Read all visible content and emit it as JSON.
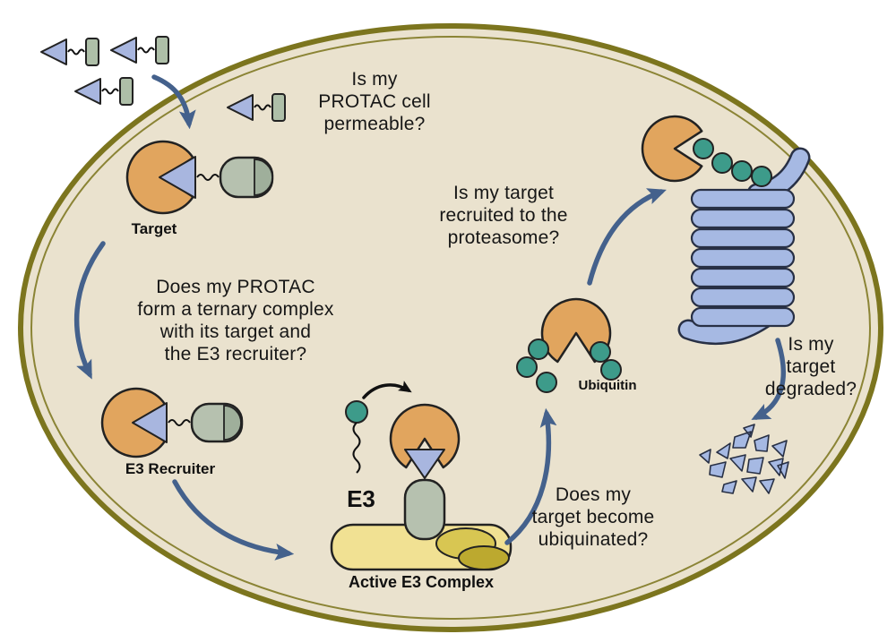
{
  "questions": {
    "permeable": "Is my\nPROTAC cell\npermeable?",
    "ternary": "Does my PROTAC\nform a ternary complex\nwith its target and\nthe E3 recruiter?",
    "recruited": "Is my target\nrecruited to the\nproteasome?",
    "ubiquitinated": "Does my\ntarget become\nubiquinated?",
    "degraded": "Is my\ntarget\ndegraded?"
  },
  "labels": {
    "target": "Target",
    "e3_recruiter": "E3 Recruiter",
    "e3": "E3",
    "active_e3_complex": "Active E3 Complex",
    "ubiquitin": "Ubiquitin"
  },
  "colors": {
    "cell_fill": "#EAE2CE",
    "membrane_olive": "#7C751E",
    "target_protein_orange": "#E1A55E",
    "ligand_blue": "#A8B6DF",
    "e3_ligand_green": "#B6C1AF",
    "ubiquitin_teal": "#3D9B8A",
    "e3_complex_yellow": "#F1E193",
    "proteasome_blue": "#A6B9E3",
    "arrow_blue": "#44618C"
  }
}
